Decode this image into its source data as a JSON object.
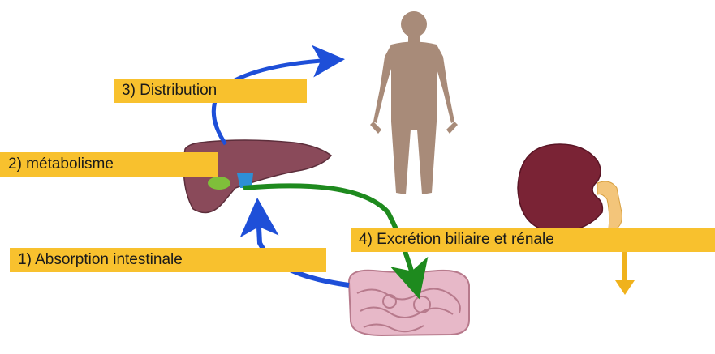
{
  "steps": {
    "absorption": "1) Absorption intestinale",
    "metabolism": "2) métabolisme",
    "distribution": "3) Distribution",
    "excretion": "4) Excrétion biliaire et rénale"
  },
  "icons": {
    "human": "human-silhouette",
    "liver": "liver",
    "kidney": "kidney",
    "intestine": "intestine"
  },
  "colors": {
    "label_bg": "#f8c12e",
    "blue_arrow": "#1e4fd8",
    "green_arrow": "#1e8a1e",
    "ureter_arrow": "#f0b21c",
    "liver": "#8a4a5a",
    "kidney": "#7a2335",
    "intestine": "#e7b8c8",
    "human": "#a88b79"
  }
}
